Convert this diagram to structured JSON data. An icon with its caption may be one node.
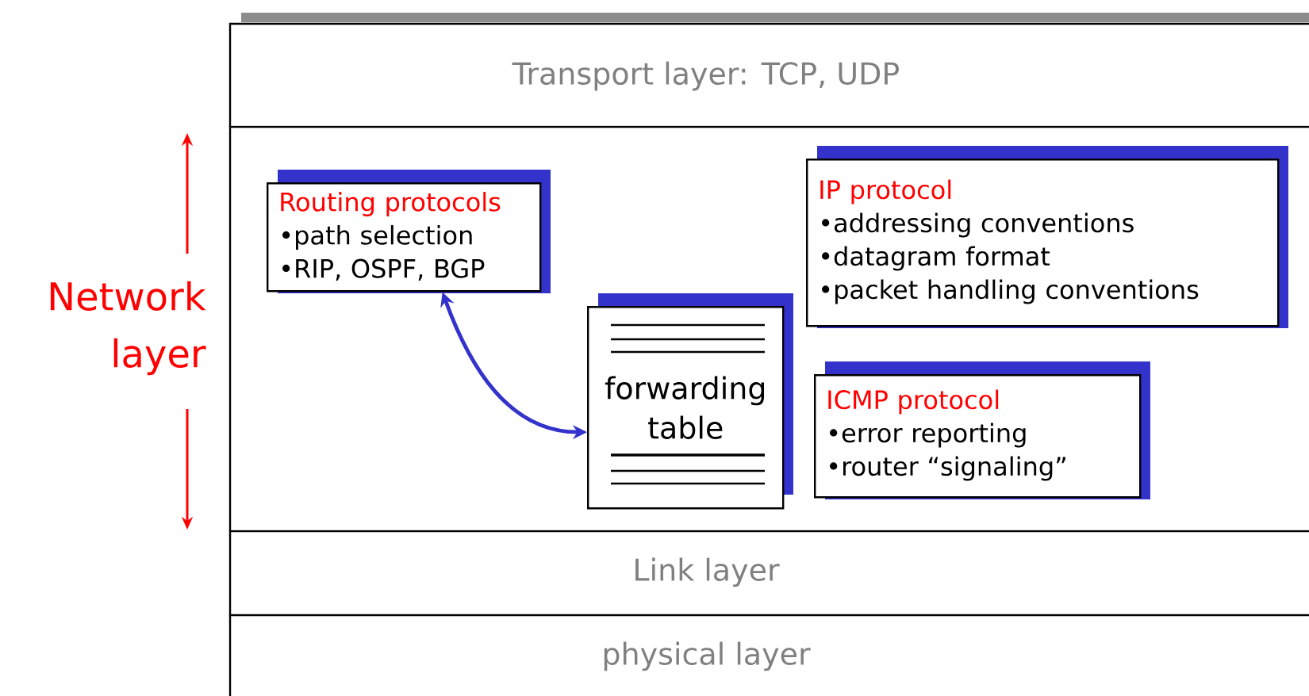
{
  "diagram": {
    "nodes": [
      {
        "text": [
          "Transport layer: TCP, UDP"
        ]
      },
      {
        "text": [
          "Network layer"
        ]
      },
      {
        "text": [
          "Routing protocols",
          "•path selection",
          "•RIP, OSPF, BGP"
        ],
        "in": 1
      },
      {
        "text": [
          "forwarding table"
        ],
        "in": 1
      },
      {
        "text": [
          "IP protocol",
          "•addressing conventions",
          "•datagram format",
          "•packet handling conventions"
        ],
        "in": 1
      },
      {
        "text": [
          "ICMP protocol",
          "•error reporting",
          "•router “signaling”"
        ],
        "in": 1
      },
      {
        "text": [
          "Link layer"
        ]
      },
      {
        "text": [
          "physical layer"
        ]
      }
    ],
    "edges": [
      {
        "from": 2,
        "to": 3,
        "arrow": "both",
        "color": "#3333cc"
      }
    ]
  }
}
